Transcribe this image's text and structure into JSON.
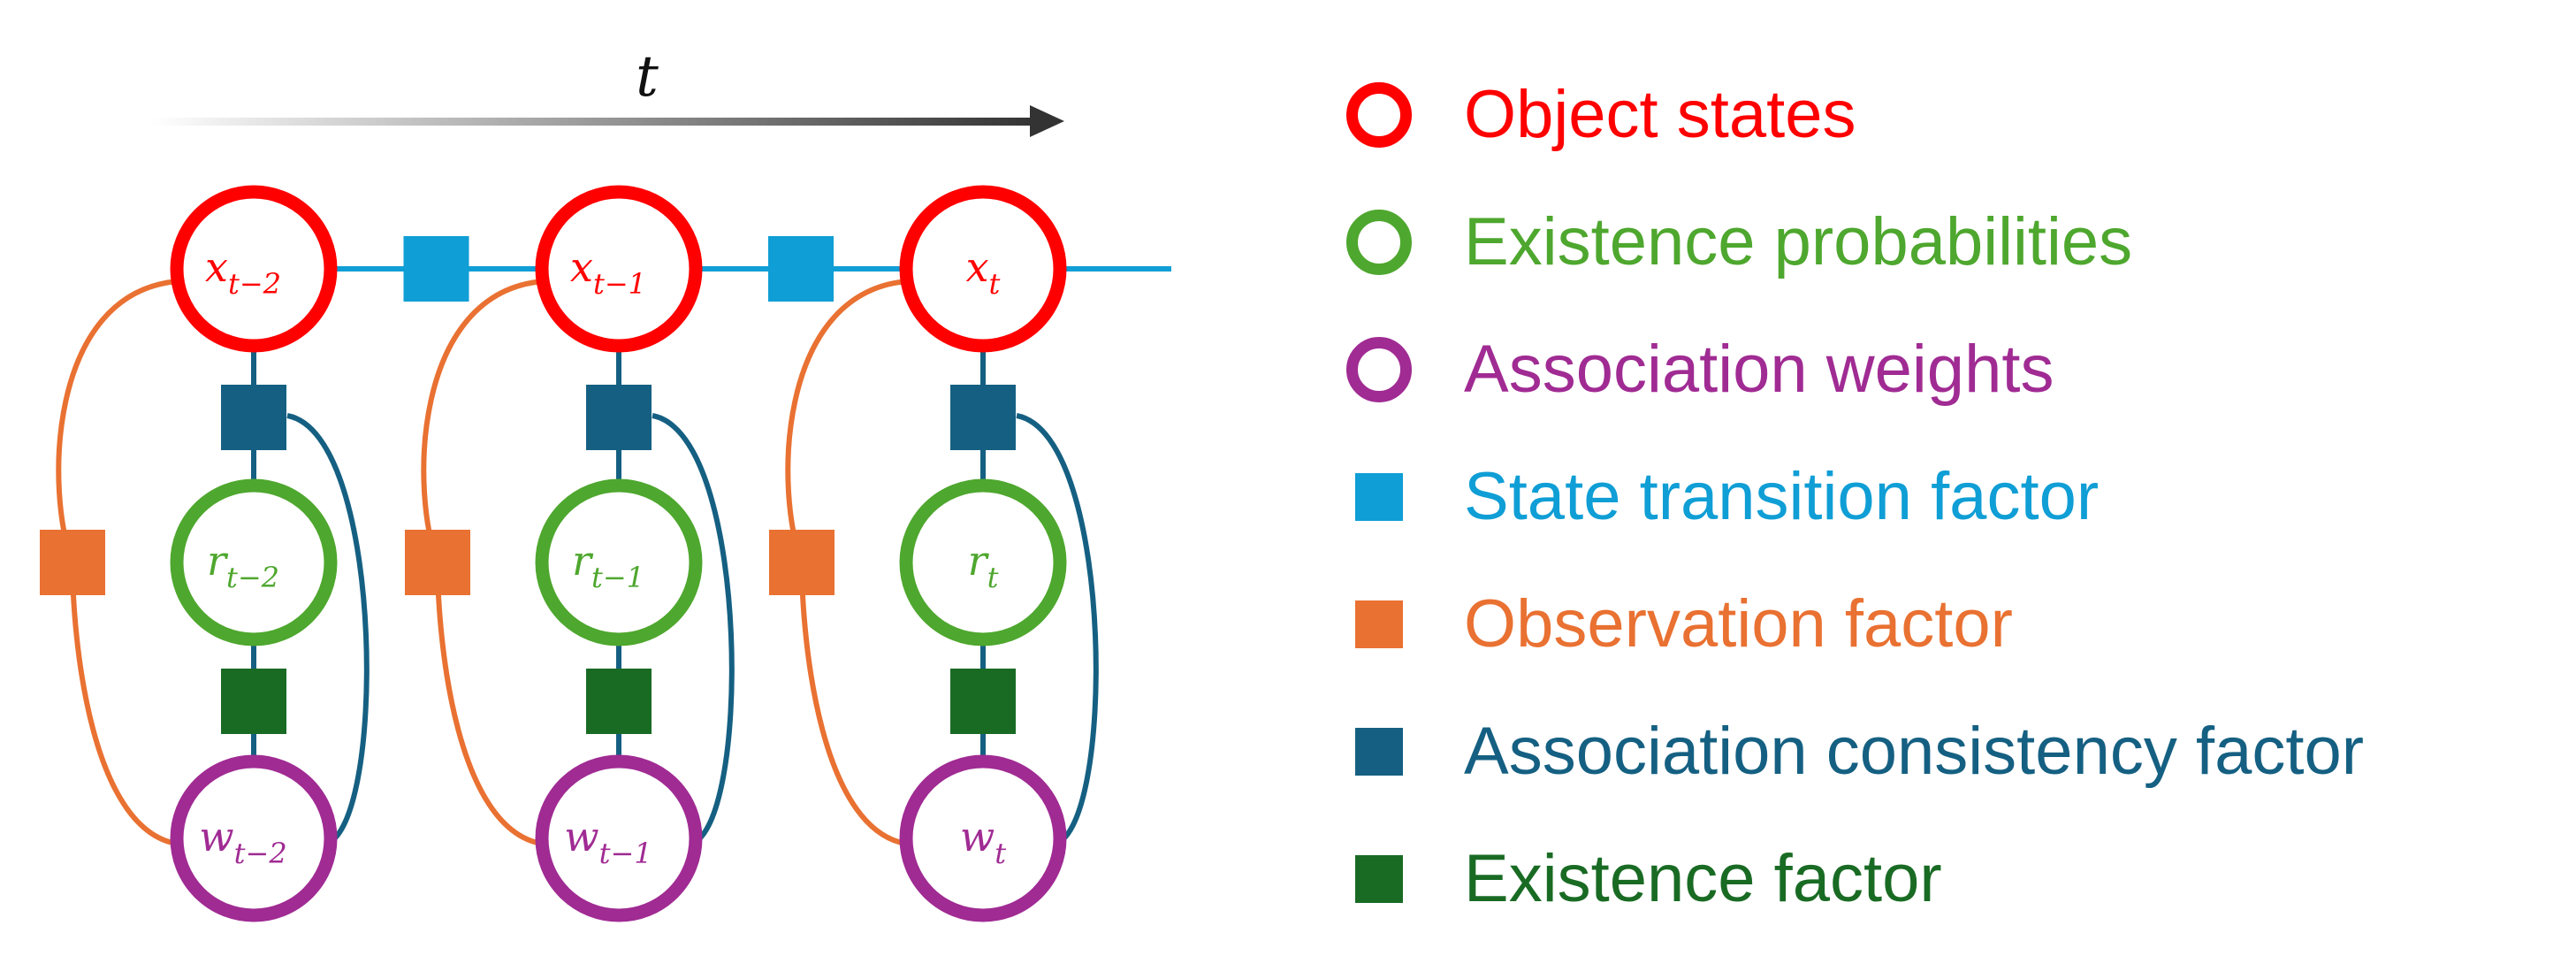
{
  "diagram": {
    "time_axis_label": "t",
    "columns": [
      {
        "x_base": "x",
        "x_sub": "t−2",
        "r_base": "r",
        "r_sub": "t−2",
        "w_base": "w",
        "w_sub": "t−2"
      },
      {
        "x_base": "x",
        "x_sub": "t−1",
        "r_base": "r",
        "r_sub": "t−1",
        "w_base": "w",
        "w_sub": "t−1"
      },
      {
        "x_base": "x",
        "x_sub": "t",
        "r_base": "r",
        "r_sub": "t",
        "w_base": "w",
        "w_sub": "t"
      }
    ]
  },
  "legend": {
    "items": [
      {
        "label": "Object states",
        "symbol": "circle",
        "color": "#ff0000"
      },
      {
        "label": "Existence probabilities",
        "symbol": "circle",
        "color": "#4ea72e"
      },
      {
        "label": "Association weights",
        "symbol": "circle",
        "color": "#a02b93"
      },
      {
        "label": "State transition factor",
        "symbol": "square",
        "color": "#0f9ed5"
      },
      {
        "label": "Observation factor",
        "symbol": "square",
        "color": "#e97132"
      },
      {
        "label": "Association consistency factor",
        "symbol": "square",
        "color": "#156082"
      },
      {
        "label": "Existence factor",
        "symbol": "square",
        "color": "#196b24"
      }
    ]
  },
  "colors": {
    "object_state": "#ff0000",
    "existence": "#4ea72e",
    "association": "#a02b93",
    "transition": "#0f9ed5",
    "observation": "#e97132",
    "consistency": "#156082",
    "existence_factor": "#196b24"
  }
}
